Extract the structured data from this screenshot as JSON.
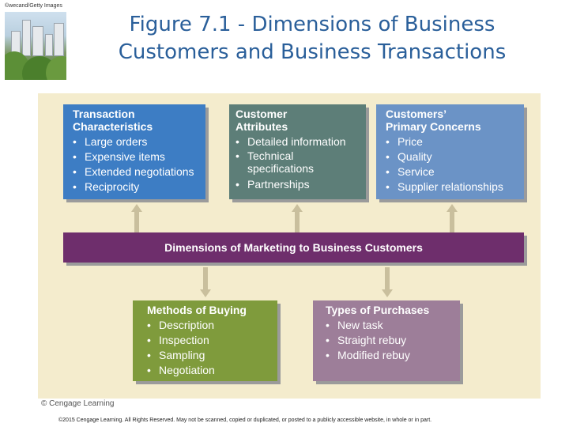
{
  "photo_credit": "©wecand/Getty Images",
  "title_line1": "Figure 7.1 - Dimensions of Business",
  "title_line2": "Customers and Business Transactions",
  "boxes": {
    "transaction": {
      "header_line1": "Transaction",
      "header_line2": "Characteristics",
      "items": [
        "Large orders",
        "Expensive items",
        "Extended negotiations",
        "Reciprocity"
      ],
      "color": "#3d7dc4"
    },
    "attributes": {
      "header_line1": "Customer",
      "header_line2": "Attributes",
      "items": [
        "Detailed information",
        "Technical specifications",
        "Partnerships"
      ],
      "color": "#5d7e78"
    },
    "concerns": {
      "header_line1": "Customers’",
      "header_line2": "Primary Concerns",
      "items": [
        "Price",
        "Quality",
        "Service",
        "Supplier relationships"
      ],
      "color": "#6b93c6"
    },
    "methods": {
      "header": "Methods of Buying",
      "items": [
        "Description",
        "Inspection",
        "Sampling",
        "Negotiation"
      ],
      "color": "#7f9b3c"
    },
    "purchases": {
      "header": "Types of Purchases",
      "items": [
        "New task",
        "Straight rebuy",
        "Modified rebuy"
      ],
      "color": "#9d7e99"
    }
  },
  "center_label": "Dimensions of Marketing to Business Customers",
  "center_color": "#6e2e6c",
  "panel_color": "#f4eccd",
  "arrow_color": "#c9bf9d",
  "copyright": "© Cengage Learning",
  "footer": "©2015 Cengage Learning. All Rights Reserved. May not be scanned, copied or duplicated, or posted to a publicly accessible website, in whole or in part."
}
